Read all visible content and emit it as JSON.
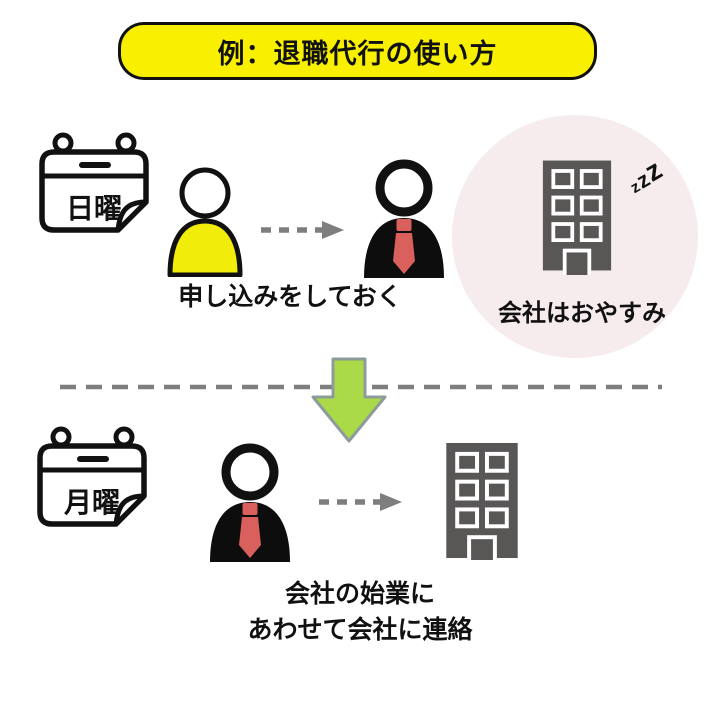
{
  "title": {
    "label": "例：退職代行の使い方"
  },
  "colors": {
    "banner_yellow": "#F8F000",
    "person_yellow": "#F2EC0A",
    "agent_black": "#0D0D0D",
    "tie_red": "#D9605C",
    "building_gray": "#595656",
    "bubble_pink": "#F6ECED",
    "arrow_green": "#AADA48",
    "arrow_green_stroke": "#8D9B9B",
    "dash_gray": "#7E7E7E",
    "ink": "#111111"
  },
  "sunday_scene": {
    "calendar_label": "日曜",
    "caption": "申し込みをしておく",
    "company_status": {
      "zzz": [
        "z",
        "z",
        "z"
      ],
      "label": "会社はおやすみ"
    }
  },
  "monday_scene": {
    "calendar_label": "月曜",
    "caption_line1": "会社の始業に",
    "caption_line2": "あわせて会社に連絡"
  }
}
